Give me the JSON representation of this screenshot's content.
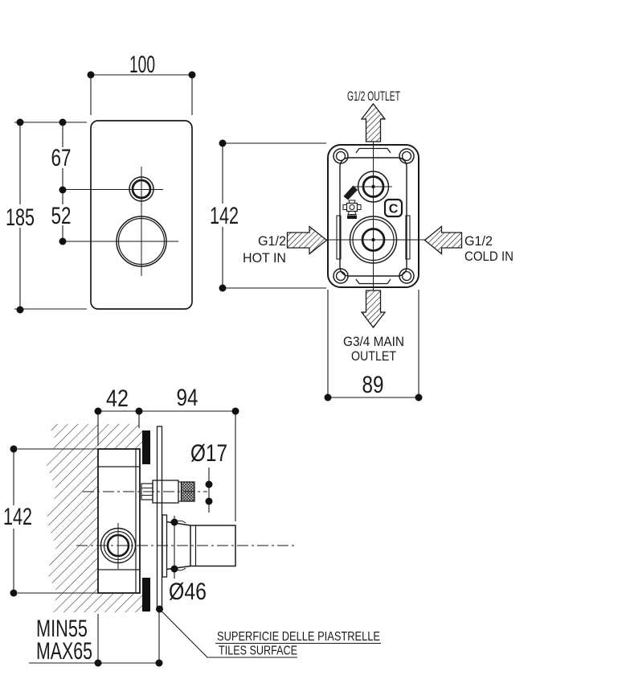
{
  "colors": {
    "line": "#1a1a1a",
    "background": "#ffffff",
    "solid_fill": "#111111"
  },
  "front_view": {
    "width_dim": "100",
    "height_dim": "185",
    "upper_hole_dim": "67",
    "lower_hole_dim": "52"
  },
  "valve_view": {
    "height_dim": "142",
    "width_dim": "89",
    "top_outlet_label": "G1/2 OUTLET",
    "hot_in_label_line1": "G1/2",
    "hot_in_label_line2": "HOT IN",
    "cold_in_label_line1": "G1/2",
    "cold_in_label_line2": "COLD IN",
    "main_outlet_label_line1": "G3/4 MAIN",
    "main_outlet_label_line2": "OUTLET",
    "logo_letter": "C"
  },
  "section_view": {
    "depth_dim": "42",
    "protrusion_dim": "94",
    "height_dim": "142",
    "knob_diameter": "Ø17",
    "spout_diameter": "Ø46",
    "min_depth": "MIN55",
    "max_depth": "MAX65",
    "tiles_note_italian": "SUPERFICIE DELLE PIASTRELLE",
    "tiles_note_english": "TILES SURFACE"
  }
}
